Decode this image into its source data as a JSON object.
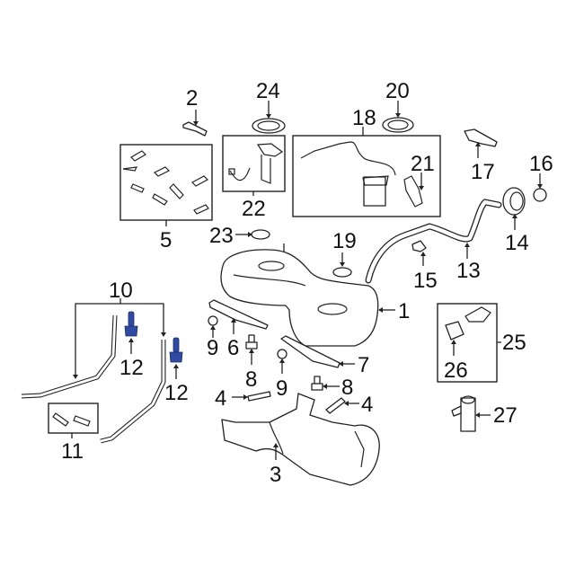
{
  "diagram": {
    "title": "Fuel tank components exploded parts diagram",
    "accent_color": "#2f4aa0",
    "labels": {
      "l1": "1",
      "l2": "2",
      "l3": "3",
      "l4a": "4",
      "l4b": "4",
      "l5": "5",
      "l6": "6",
      "l7": "7",
      "l8a": "8",
      "l8b": "8",
      "l9a": "9",
      "l9b": "9",
      "l10": "10",
      "l11": "11",
      "l12a": "12",
      "l12b": "12",
      "l13": "13",
      "l14": "14",
      "l15": "15",
      "l16": "16",
      "l17": "17",
      "l18": "18",
      "l19": "19",
      "l20": "20",
      "l21": "21",
      "l22": "22",
      "l23": "23",
      "l24": "24",
      "l25": "25",
      "l26": "26",
      "l27": "27"
    },
    "parts": [
      {
        "id": "1",
        "name": "fuel-tank"
      },
      {
        "id": "2",
        "name": "bracket"
      },
      {
        "id": "3",
        "name": "heat-shield"
      },
      {
        "id": "4",
        "name": "insulator-pad"
      },
      {
        "id": "5",
        "name": "insulator-kit"
      },
      {
        "id": "6",
        "name": "front-strap-bracket"
      },
      {
        "id": "7",
        "name": "rear-strap-bracket"
      },
      {
        "id": "8",
        "name": "bolt"
      },
      {
        "id": "9",
        "name": "grommet"
      },
      {
        "id": "10",
        "name": "tank-straps"
      },
      {
        "id": "11",
        "name": "strap-insulators"
      },
      {
        "id": "12",
        "name": "strap-bolt"
      },
      {
        "id": "13",
        "name": "filler-pipe"
      },
      {
        "id": "14",
        "name": "filler-housing"
      },
      {
        "id": "15",
        "name": "clip"
      },
      {
        "id": "16",
        "name": "cap"
      },
      {
        "id": "17",
        "name": "vent-valve"
      },
      {
        "id": "18",
        "name": "fuel-pump-assembly"
      },
      {
        "id": "19",
        "name": "seal"
      },
      {
        "id": "20",
        "name": "lock-ring"
      },
      {
        "id": "21",
        "name": "harness"
      },
      {
        "id": "22",
        "name": "sender-unit"
      },
      {
        "id": "23",
        "name": "seal"
      },
      {
        "id": "24",
        "name": "lock-ring"
      },
      {
        "id": "25",
        "name": "module-kit"
      },
      {
        "id": "26",
        "name": "control-module"
      },
      {
        "id": "27",
        "name": "valve"
      }
    ]
  }
}
